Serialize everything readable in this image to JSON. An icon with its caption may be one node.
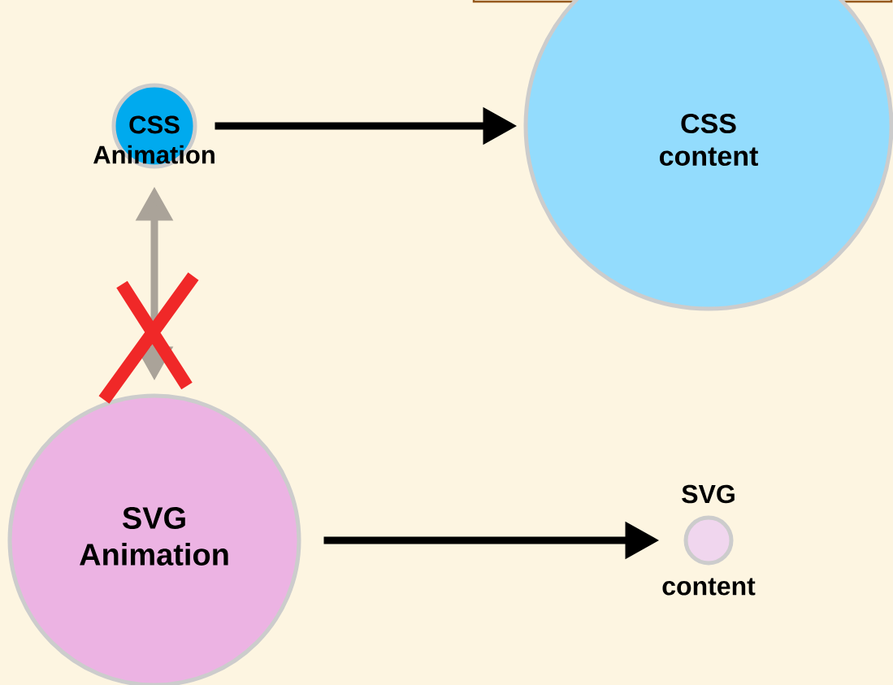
{
  "diagram": {
    "nodes": [
      {
        "text": [
          "CSS Animation"
        ]
      },
      {
        "text": [
          "CSS content"
        ]
      },
      {
        "text": [
          "SVG Animation"
        ]
      },
      {
        "text": [
          "SVG",
          "content"
        ]
      }
    ],
    "edges": [
      {
        "from": 0,
        "to": 1,
        "arrow": "to"
      },
      {
        "from": 0,
        "to": 2,
        "arrow": "both",
        "color": "#aaa399"
      },
      {
        "from": 2,
        "to": 3,
        "arrow": "to"
      }
    ]
  }
}
